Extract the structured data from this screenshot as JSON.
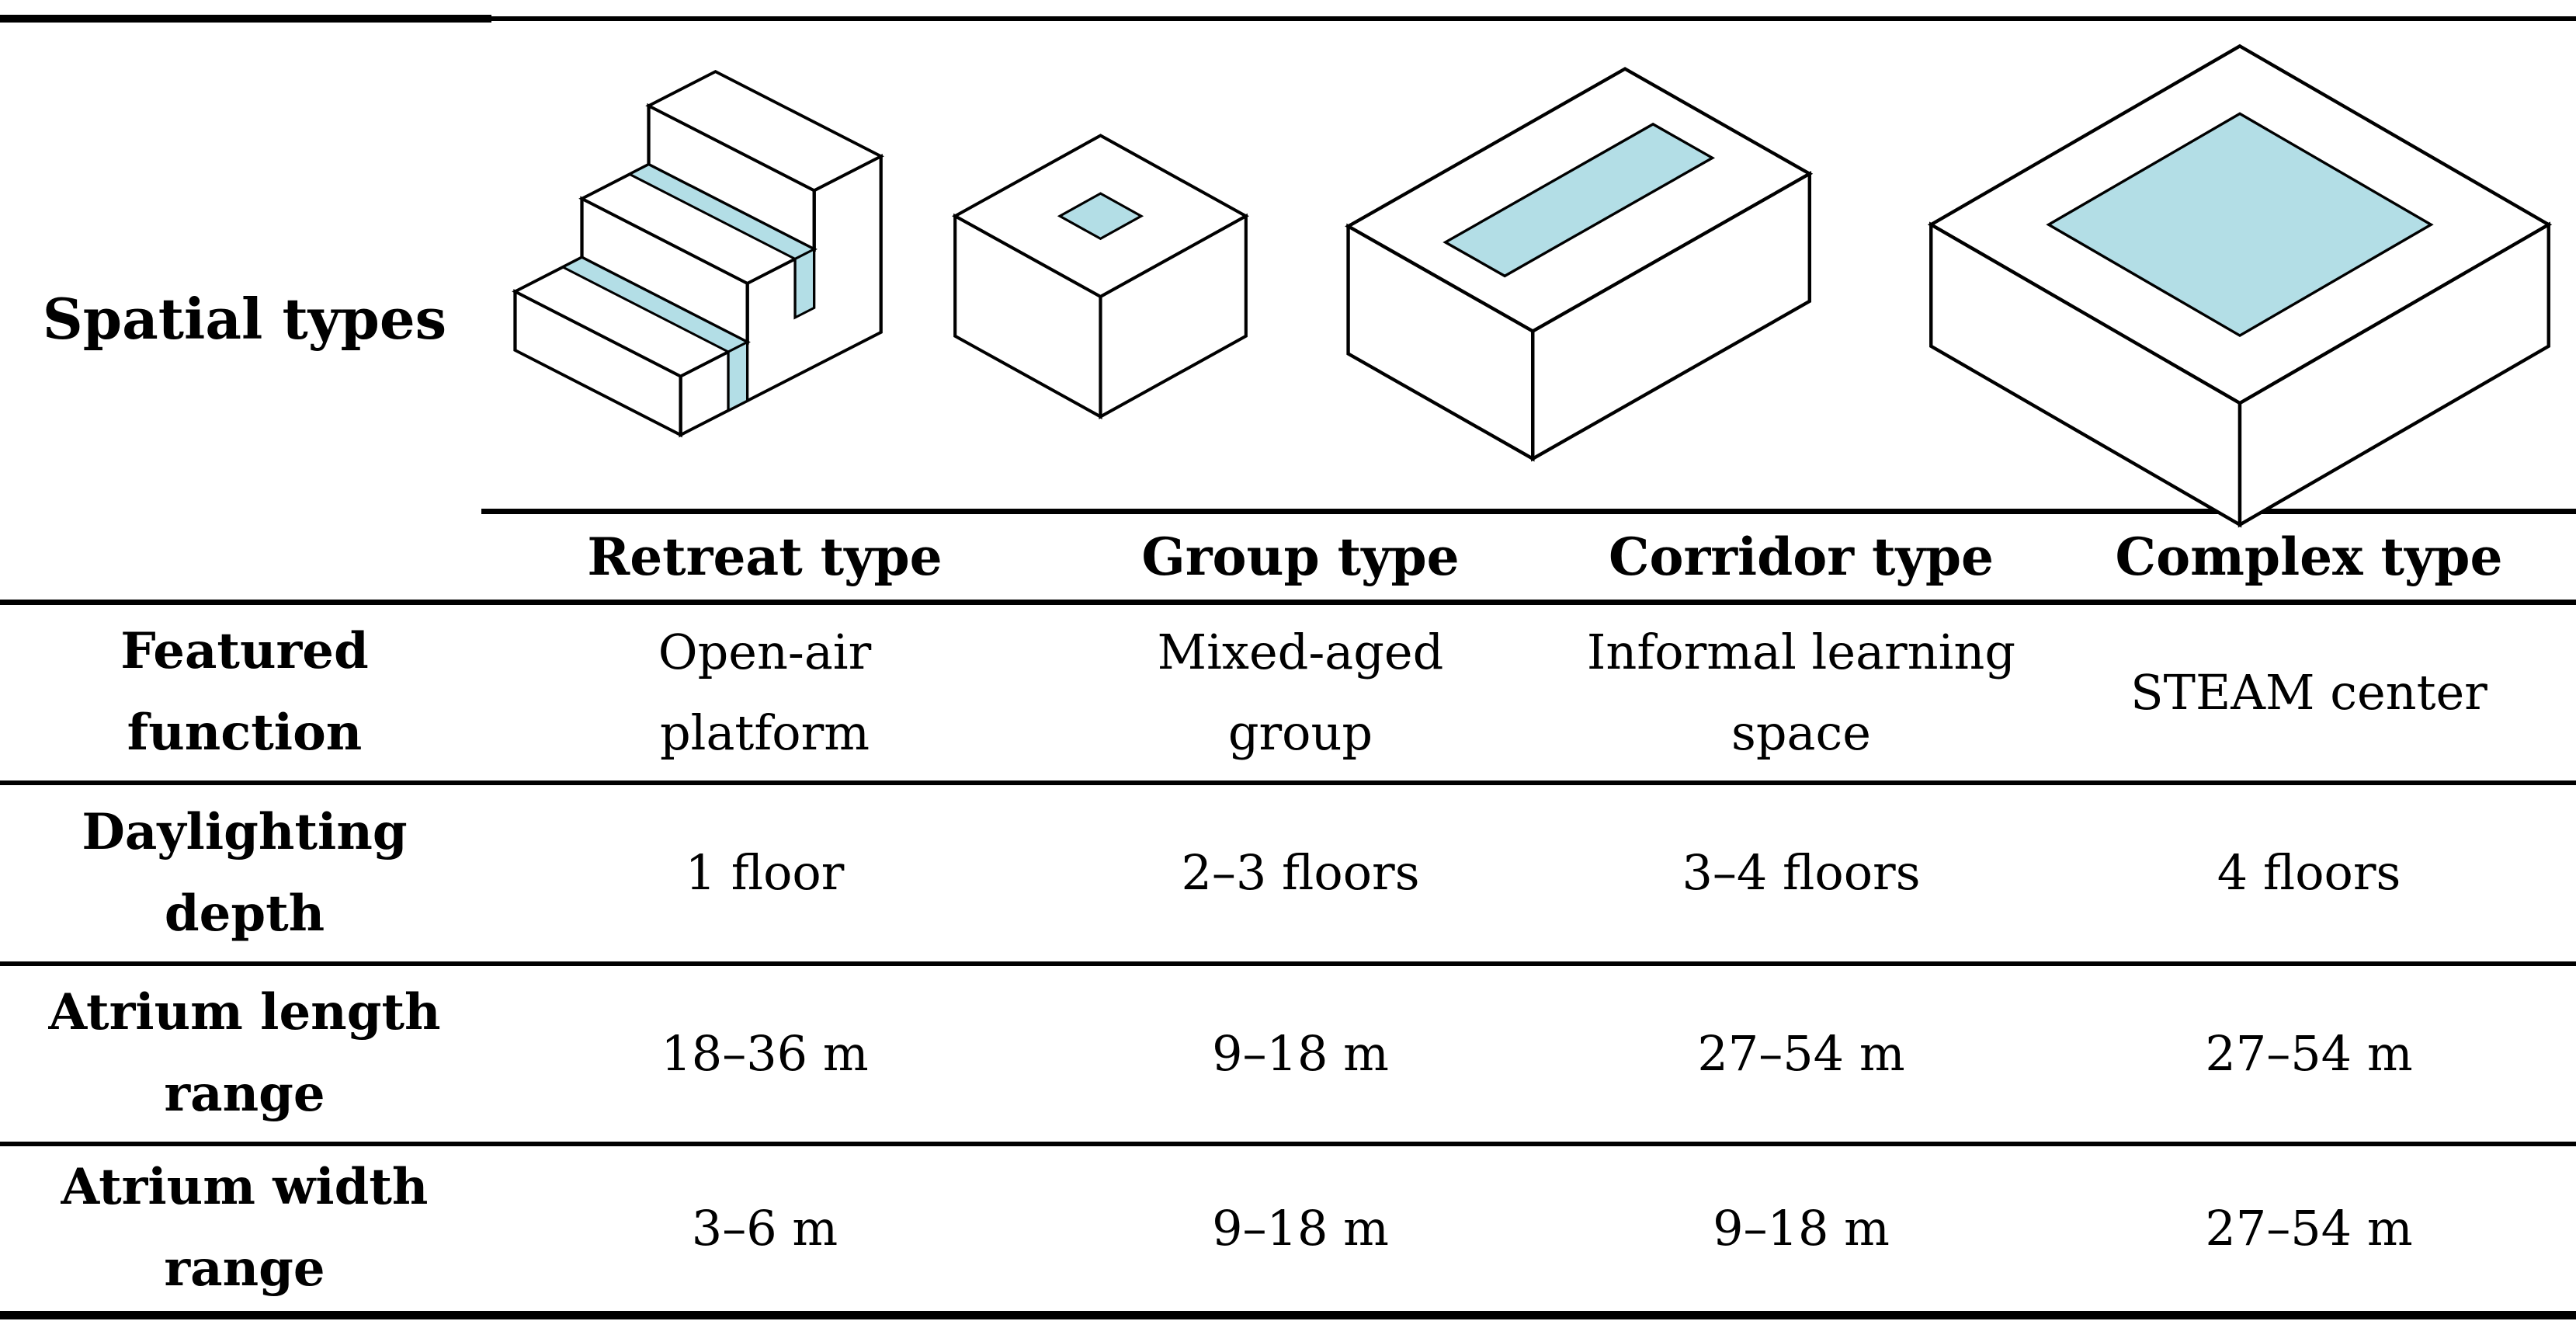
{
  "colors": {
    "atrium_fill": "#b3dee6",
    "line": "#000000"
  },
  "spatial_row": {
    "label": "Spatial types",
    "diagrams": [
      {
        "name": "retreat-type-diagram",
        "description": "stepped terrace block with skylight strips"
      },
      {
        "name": "group-type-diagram",
        "description": "cube block with small square atrium"
      },
      {
        "name": "corridor-type-diagram",
        "description": "long block with linear atrium strip"
      },
      {
        "name": "complex-type-diagram",
        "description": "large flat block with large square atrium"
      }
    ]
  },
  "headers": [
    "Retreat type",
    "Group type",
    "Corridor type",
    "Complex type"
  ],
  "rows": [
    {
      "label": "Featured\nfunction",
      "values": [
        "Open-air\nplatform",
        "Mixed-aged\ngroup",
        "Informal learning\nspace",
        "STEAM center"
      ]
    },
    {
      "label": "Daylighting\ndepth",
      "values": [
        "1 floor",
        "2–3 floors",
        "3–4 floors",
        "4 floors"
      ]
    },
    {
      "label": "Atrium length\nrange",
      "values": [
        "18–36 m",
        "9–18 m",
        "27–54 m",
        "27–54 m"
      ]
    },
    {
      "label": "Atrium width\nrange",
      "values": [
        "3–6 m",
        "9–18 m",
        "9–18 m",
        "27–54 m"
      ]
    }
  ]
}
